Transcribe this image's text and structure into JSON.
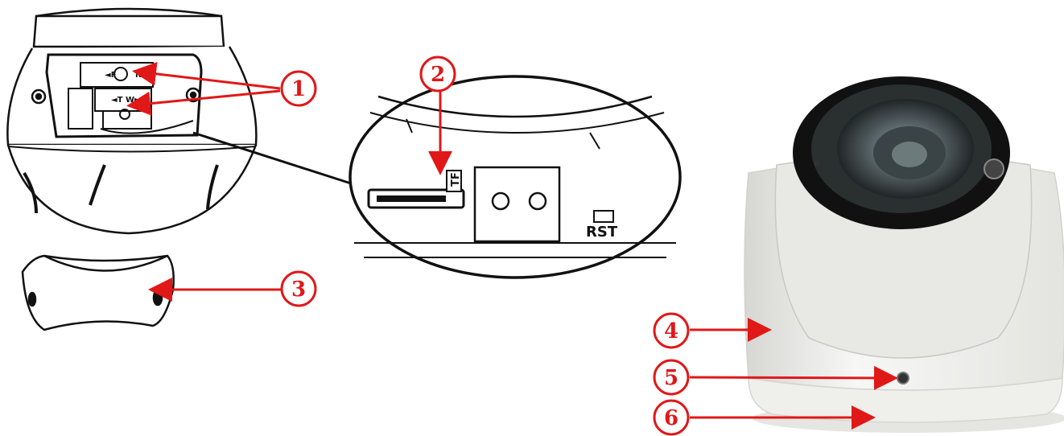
{
  "colors": {
    "callout": "#e01818",
    "line": "#111111",
    "housing": "#f2f2f0",
    "lens": "#1a1a1a"
  },
  "callouts": [
    {
      "id": "1",
      "label": "1"
    },
    {
      "id": "2",
      "label": "2"
    },
    {
      "id": "3",
      "label": "3"
    },
    {
      "id": "4",
      "label": "4"
    },
    {
      "id": "5",
      "label": "5"
    },
    {
      "id": "6",
      "label": "6"
    }
  ],
  "device_labels": {
    "card_slot": "TF",
    "reset": "RST"
  },
  "icons": [
    "camera-back-view-icon",
    "sd-slot-closeup-icon",
    "slot-cover-icon",
    "dome-camera-photo-icon"
  ]
}
